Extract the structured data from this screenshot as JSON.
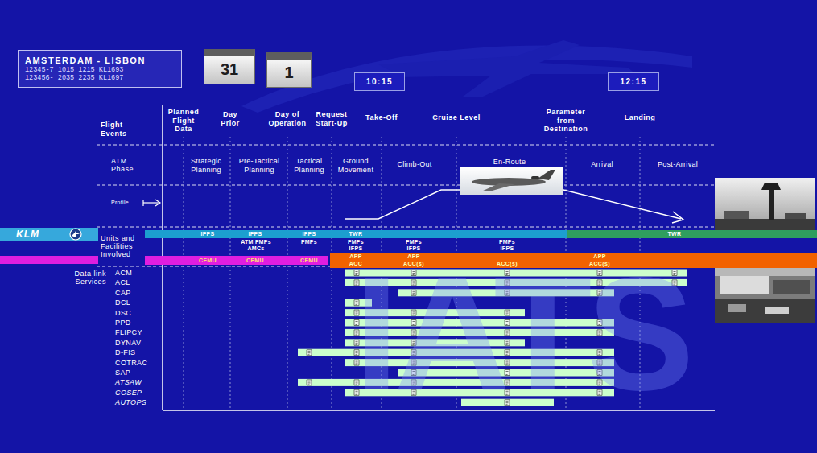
{
  "diagram": {
    "nodes": [
      {
        "text": [
          "AMSTERDAM - LISBON",
          "12345-7 1015 1215 KL1693",
          "123456- 2035 2235 KL1697"
        ]
      },
      {
        "text": [
          "31"
        ]
      },
      {
        "text": [
          "1"
        ]
      },
      {
        "text": [
          "10:15"
        ]
      },
      {
        "text": [
          "12:15"
        ]
      },
      {
        "text": [
          "KLM"
        ]
      },
      {
        "text": [
          "IFPS",
          "IFPS",
          "IFPS",
          "TWR"
        ]
      },
      {
        "text": [
          "TWR"
        ]
      },
      {
        "text": [
          "CFMU",
          "CFMU",
          "CFMU"
        ]
      },
      {
        "text": [
          "APP ACC",
          "APP ACC(s)",
          "ACC(s)",
          "APP ACC(s)"
        ]
      }
    ],
    "labels": [
      "Flight Events",
      "Planned Flight Data",
      "Day Prior",
      "Day of Operation",
      "Request Start-Up",
      "Take-Off",
      "Cruise Level",
      "Parameter from Destination",
      "Landing",
      "ATM Phase",
      "Strategic Planning",
      "Pre-Tactical Planning",
      "Tactical Planning",
      "Ground Movement",
      "Climb-Out",
      "En-Route",
      "Arrival",
      "Post-Arrival",
      "Profile",
      "Units and Facilities Involved",
      "ATM FMPs AMCs",
      "FMPs",
      "FMPs IFPS",
      "FMPs IFPS",
      "FMPs IFPS",
      "Data link Services",
      "ACM",
      "ACL",
      "CAP",
      "DCL",
      "DSC",
      "PPD",
      "FLIPCY",
      "DYNAV",
      "D-FIS",
      "COTRAC",
      "SAP",
      "ATSAW",
      "COSEP",
      "AUTOPS",
      "IATS"
    ]
  }
}
